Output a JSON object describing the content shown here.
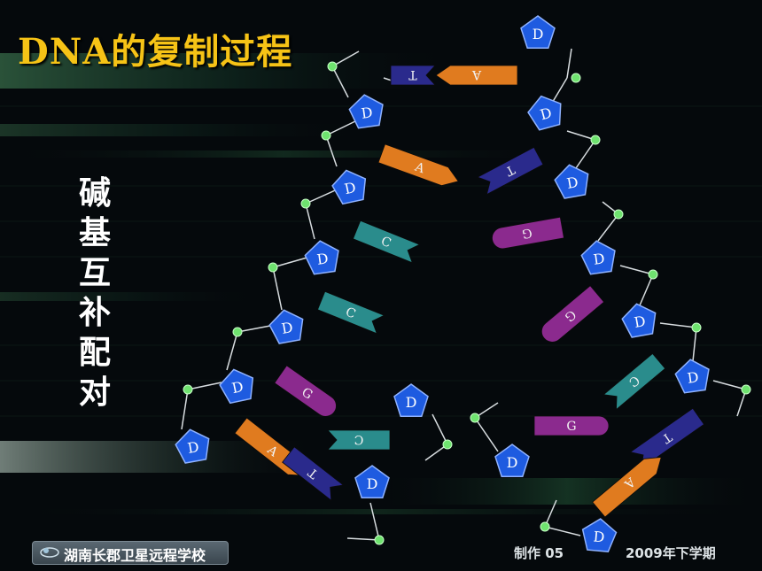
{
  "title": "DNA的复制过程",
  "side_label": [
    "碱",
    "基",
    "互",
    "补",
    "配",
    "对"
  ],
  "footer": {
    "school": "湖南长郡卫星远程学校",
    "maker": "制作 05",
    "term": "2009年下学期"
  },
  "sugar_letter": "D",
  "base_colors": {
    "A": "#e07b1f",
    "T": "#2a2a8c",
    "C": "#2a8c8c",
    "G": "#8b2a8e"
  },
  "sugar_color": "#1e5be0",
  "phosphate_color": "#6fe36f",
  "bases": [
    {
      "letter": "T"
    },
    {
      "letter": "A"
    },
    {
      "letter": "A"
    },
    {
      "letter": "T"
    },
    {
      "letter": "C"
    },
    {
      "letter": "G"
    },
    {
      "letter": "C"
    },
    {
      "letter": "G"
    },
    {
      "letter": "G"
    },
    {
      "letter": "C"
    },
    {
      "letter": "C"
    },
    {
      "letter": "G"
    },
    {
      "letter": "A"
    },
    {
      "letter": "T"
    },
    {
      "letter": "T"
    },
    {
      "letter": "A"
    }
  ]
}
